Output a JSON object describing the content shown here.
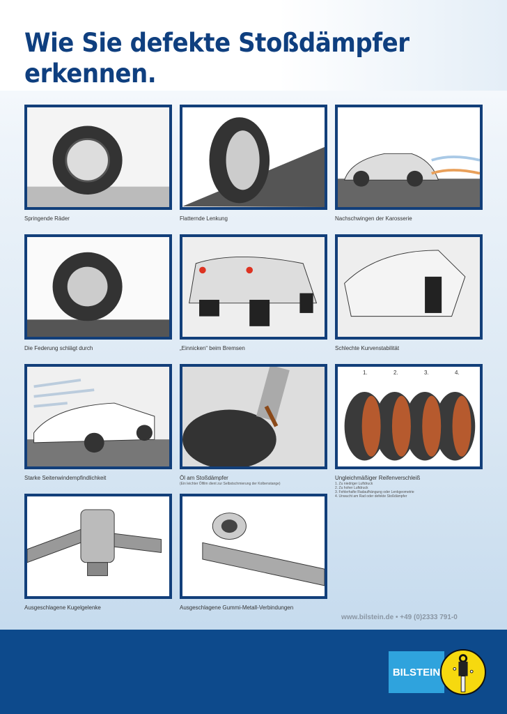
{
  "title": "Wie Sie defekte Stoßdämpfer erkennen.",
  "panels": [
    {
      "caption": "Springende Räder"
    },
    {
      "caption": "Flatternde Lenkung"
    },
    {
      "caption": "Nachschwingen der Karosserie"
    },
    {
      "caption": "Die Federung schlägt durch"
    },
    {
      "caption": "„Einnicken“ beim Bremsen"
    },
    {
      "caption": "Schlechte Kurvenstabilität"
    },
    {
      "caption": "Starke Seitenwindempfindlichkeit"
    },
    {
      "caption": "Öl am Stoßdämpfer",
      "subtitle": "(Ein leichter Ölfilm dient zur Selbstschmierung der Kolbenstange)"
    },
    {
      "caption": "Ungleichmäßiger Reifenverschleiß",
      "numbers": [
        "1.",
        "2.",
        "3.",
        "4."
      ],
      "list": [
        "1. Zu niedriger Luftdruck",
        "2. Zu hoher Luftdruck",
        "3. Fehlerhafte Radaufhängung oder Lenkgeometrie",
        "4. Unwucht am Rad oder defekte Stoßdämpfer"
      ]
    },
    {
      "caption": "Ausgeschlagene Kugelgelenke"
    },
    {
      "caption": "Ausgeschlagene Gummi-Metall-Verbindungen"
    }
  ],
  "contact": "www.bilstein.de • +49 (0)2333 791-0",
  "brand": "BILSTEIN",
  "colors": {
    "navy": "#0d4a8c",
    "title": "#0f3f7f",
    "logo_blue": "#2fa3dd",
    "logo_yellow": "#f6d90f"
  }
}
